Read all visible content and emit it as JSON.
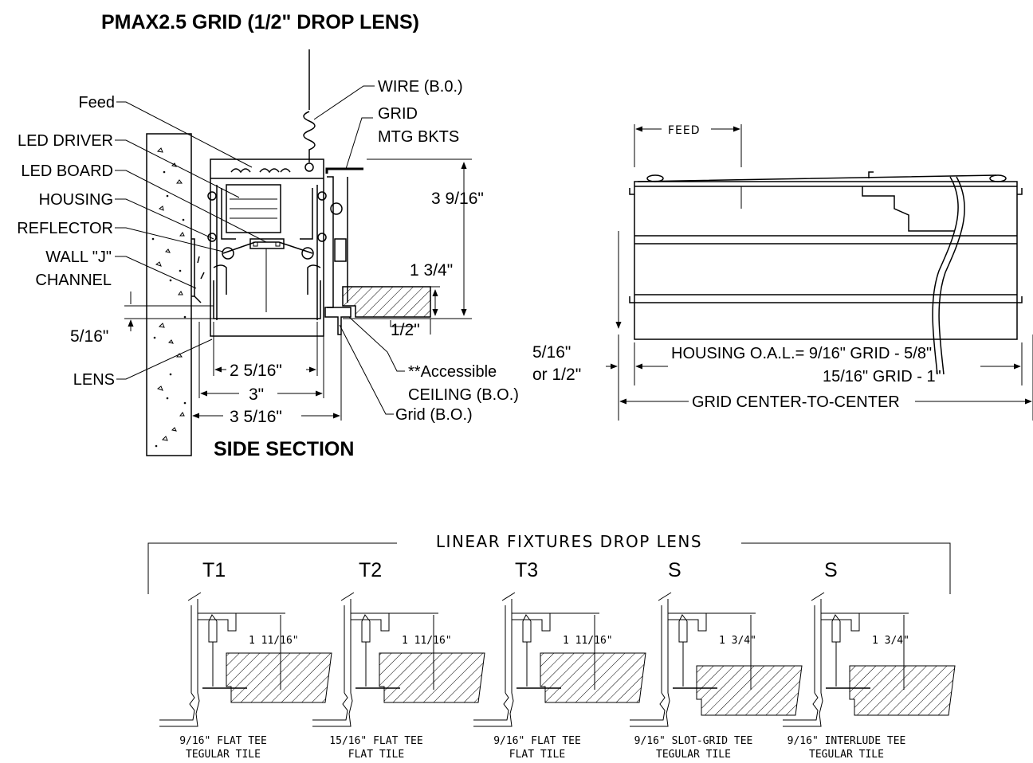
{
  "title": "PMAX2.5 GRID (1/2\" DROP LENS)",
  "side_section": {
    "caption": "SIDE SECTION",
    "callouts": {
      "feed": "Feed",
      "led_driver": "LED DRIVER",
      "led_board": "LED BOARD",
      "housing": "HOUSING",
      "reflector": "REFLECTOR",
      "wall_j_1": "WALL \"J\"",
      "wall_j_2": "CHANNEL",
      "lens": "LENS",
      "wire": "WIRE (B.0.)",
      "grid_mtg_1": "GRID",
      "grid_mtg_2": "MTG BKTS",
      "accessible_1": "**Accessible",
      "accessible_2": "CEILING (B.O.)",
      "grid_bo": "Grid (B.O.)"
    },
    "dimensions": {
      "height_total": "3 9/16\"",
      "height_lower": "1 3/4\"",
      "drop": "1/2\"",
      "side_drop": "5/16\"",
      "width_inner": "2 5/16\"",
      "width_housing": "3\"",
      "width_overall": "3 5/16\""
    }
  },
  "end_view": {
    "feed": "FEED",
    "drop_1": "5/16\"",
    "drop_2": "or 1/2\"",
    "housing_oal_1": "HOUSING O.A.L.= 9/16\" GRID - 5/8\"",
    "housing_oal_2": "15/16\" GRID - 1\"",
    "grid_ctc": "GRID CENTER-TO-CENTER"
  },
  "linear": {
    "heading": "LINEAR FIXTURES DROP LENS",
    "details": [
      {
        "tag": "T1",
        "dim": "1 11/16\"",
        "cap1": "9/16\" FLAT TEE",
        "cap2": "TEGULAR TILE"
      },
      {
        "tag": "T2",
        "dim": "1 11/16\"",
        "cap1": "15/16\" FLAT TEE",
        "cap2": "FLAT TILE"
      },
      {
        "tag": "T3",
        "dim": "1 11/16\"",
        "cap1": "9/16\" FLAT TEE",
        "cap2": "FLAT TILE"
      },
      {
        "tag": "S",
        "dim": "1 3/4\"",
        "cap1": "9/16\" SLOT-GRID TEE",
        "cap2": "TEGULAR TILE"
      },
      {
        "tag": "S",
        "dim": "1 3/4\"",
        "cap1": "9/16\" INTERLUDE TEE",
        "cap2": "TEGULAR TILE"
      }
    ]
  }
}
